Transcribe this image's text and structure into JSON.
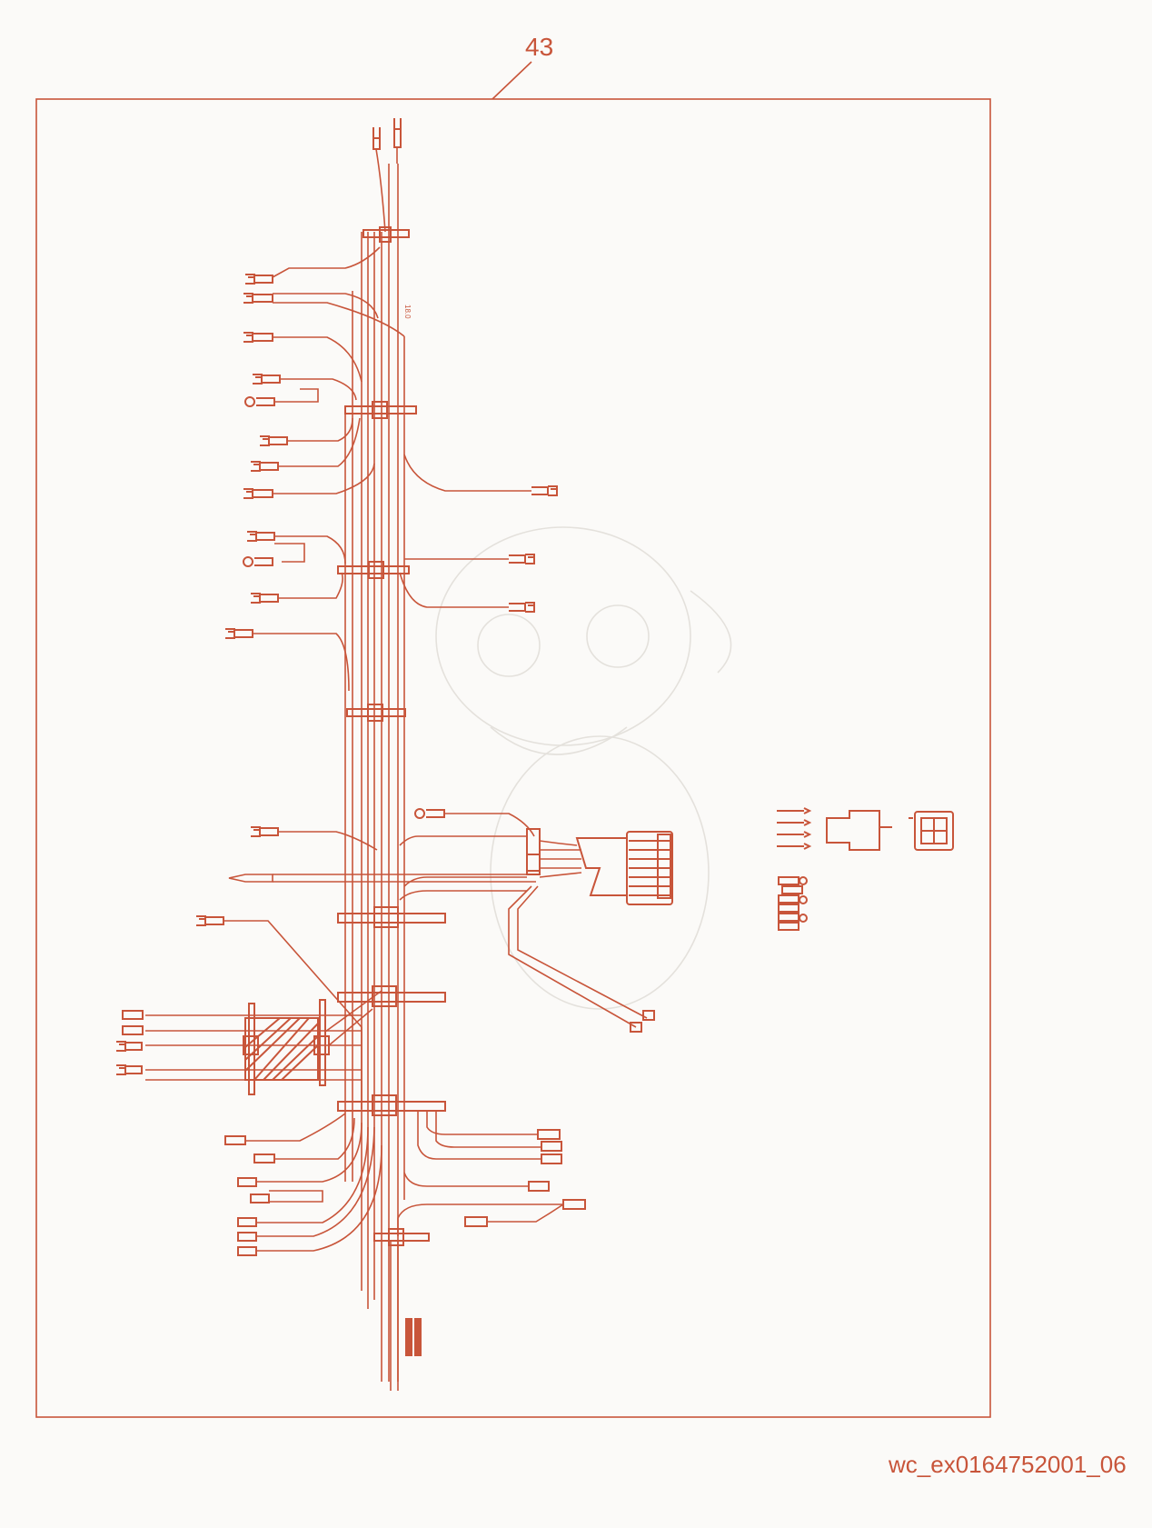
{
  "drawing": {
    "callout_number": "43",
    "document_id": "wc_ex0164752001_06",
    "small_label": "18.0",
    "colors": {
      "line": "#c8553a",
      "background": "#fbfaf8",
      "watermark": "#e4e1dc"
    }
  }
}
